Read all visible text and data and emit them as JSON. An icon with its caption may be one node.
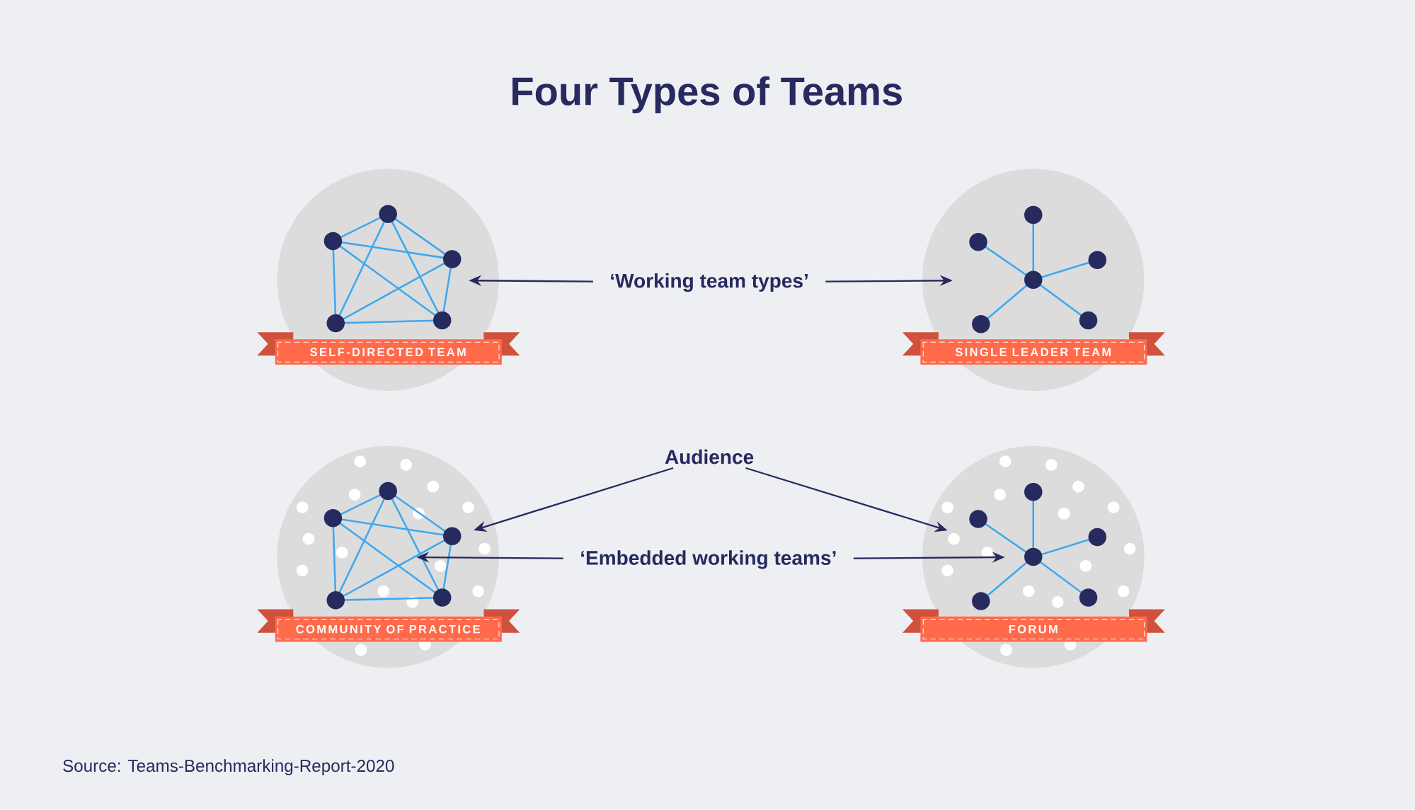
{
  "diagram": {
    "title": "Four Types of Teams",
    "nodes": [
      {
        "text": [
          "SELF-DIRECTED TEAM"
        ]
      },
      {
        "text": [
          "SINGLE LEADER TEAM"
        ]
      },
      {
        "text": [
          "COMMUNITY OF PRACTICE"
        ]
      },
      {
        "text": [
          "FORUM"
        ]
      },
      {
        "text": [
          "‘Working team types’"
        ]
      },
      {
        "text": [
          "Audience"
        ]
      },
      {
        "text": [
          "‘Embedded working teams’"
        ]
      }
    ],
    "edges": [
      {
        "from": 4,
        "to": 0,
        "arrow": "to"
      },
      {
        "from": 4,
        "to": 1,
        "arrow": "to"
      },
      {
        "from": 5,
        "to": 2,
        "arrow": "to"
      },
      {
        "from": 5,
        "to": 3,
        "arrow": "to"
      },
      {
        "from": 6,
        "to": 2,
        "arrow": "to"
      },
      {
        "from": 6,
        "to": 3,
        "arrow": "to"
      }
    ],
    "labels": [
      "Source: Teams-Benchmarking-Report-2020"
    ]
  }
}
